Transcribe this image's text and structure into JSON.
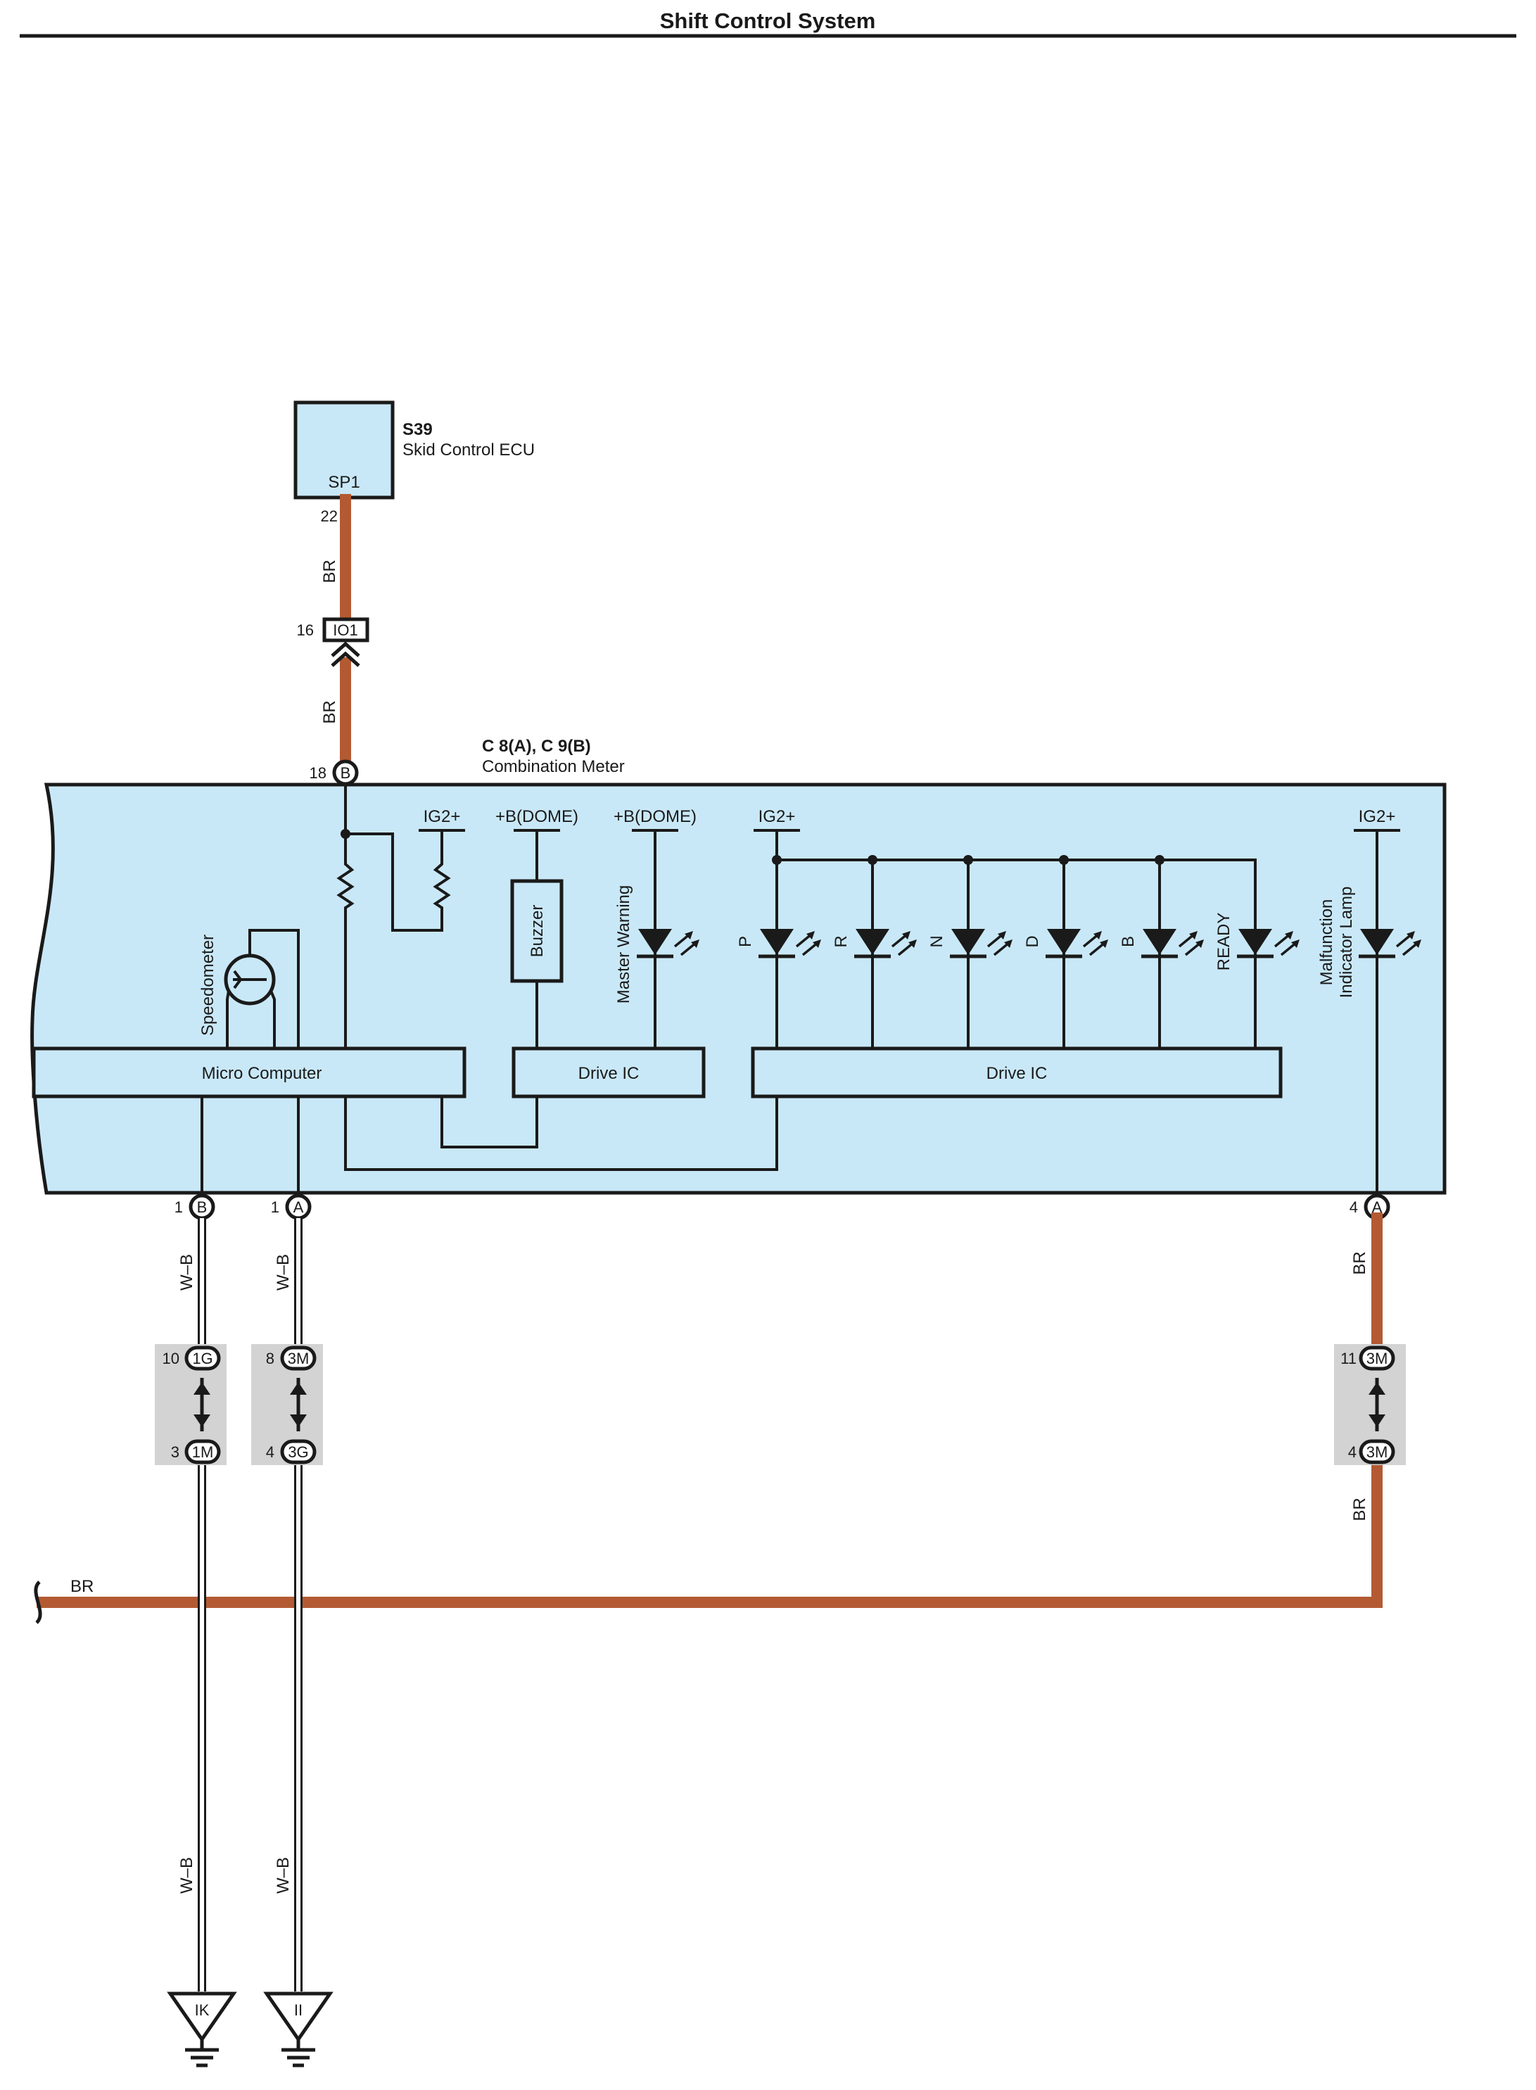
{
  "title": "Shift Control System",
  "skid_ecu": {
    "code": "S39",
    "name": "Skid Control ECU",
    "terminal": "SP1",
    "pin": "22"
  },
  "junction_io1": {
    "pin": "16",
    "label": "IO1"
  },
  "meter": {
    "code": "C 8(A), C 9(B)",
    "name": "Combination Meter",
    "pin_top": {
      "num": "18",
      "conn": "B"
    },
    "pin_b1": {
      "num": "1",
      "conn": "B"
    },
    "pin_a1": {
      "num": "1",
      "conn": "A"
    },
    "pin_a4": {
      "num": "4",
      "conn": "A"
    },
    "supplies": [
      "IG2+",
      "+B(DOME)",
      "+B(DOME)",
      "IG2+",
      "IG2+"
    ],
    "speedometer": "Speedometer",
    "buzzer": "Buzzer",
    "master_warning": "Master Warning",
    "shift_lamps": [
      "P",
      "R",
      "N",
      "D",
      "B",
      "READY"
    ],
    "malfunction_lamp": [
      "Malfunction",
      "Indicator Lamp"
    ],
    "micro_computer": "Micro Computer",
    "drive_ic_1": "Drive IC",
    "drive_ic_2": "Drive IC"
  },
  "wire_colors": {
    "br": "BR",
    "wb": "W–B"
  },
  "connectors": {
    "c1": {
      "top_num": "10",
      "top": "1G",
      "bot_num": "3",
      "bot": "1M"
    },
    "c2": {
      "top_num": "8",
      "top": "3M",
      "bot_num": "4",
      "bot": "3G"
    },
    "c3": {
      "top_num": "11",
      "top": "3M",
      "bot_num": "4",
      "bot": "3M"
    }
  },
  "grounds": [
    "IK",
    "II"
  ],
  "colors": {
    "brown_wire": "#b35a33",
    "meter_fill": "#c9e8f7",
    "connector_bg": "#d3d3d3"
  }
}
